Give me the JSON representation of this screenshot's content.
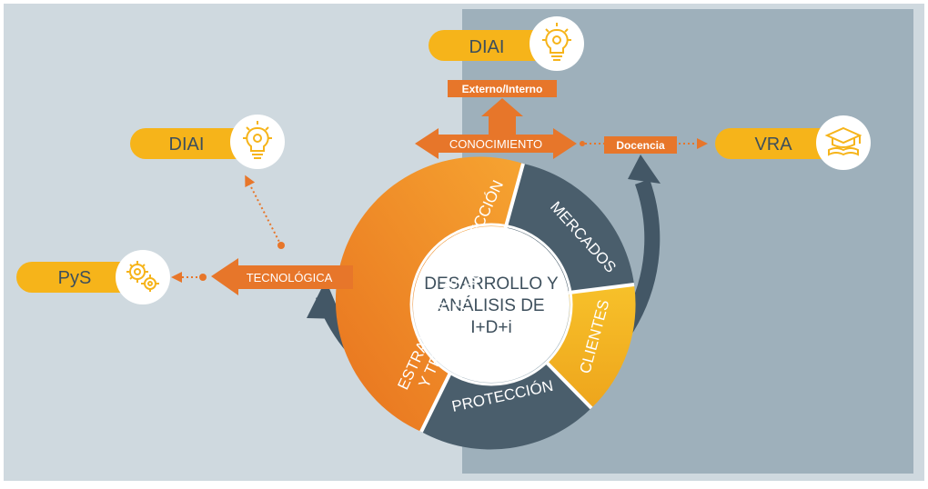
{
  "center": {
    "line1": "DESARROLLO Y",
    "line2": "ANÁLISIS DE",
    "line3": "I+D+i"
  },
  "ring": {
    "strategy_line1": "ESTRATEGIA DE PROTECCIÓN",
    "strategy_line2": "Y TRANSFERENCIA",
    "markets": "MERCADOS",
    "clients": "CLIENTES",
    "protection": "PROTECCIÓN"
  },
  "arrows": {
    "knowledge": "CONOCIMIENTO",
    "technological": "TECNOLÓGICA"
  },
  "tags": {
    "external_internal": "Externo/Interno",
    "teaching": "Docencia"
  },
  "pills": {
    "diai_top": "DIAI",
    "diai_left": "DIAI",
    "pys": "PyS",
    "vra": "VRA"
  },
  "icons": {
    "diai_top": "lightbulb-gear-icon",
    "diai_left": "lightbulb-gear-icon",
    "pys": "gears-icon",
    "vra": "graduation-cap-icon"
  },
  "colors": {
    "orange": "#f08a2e",
    "orange_dark": "#e7762a",
    "yellow": "#f6b41a",
    "slate": "#4a5e6c",
    "panel_light": "#cfd9df",
    "panel_dark": "#9eb0bb",
    "arrow_curve": "#435766"
  }
}
